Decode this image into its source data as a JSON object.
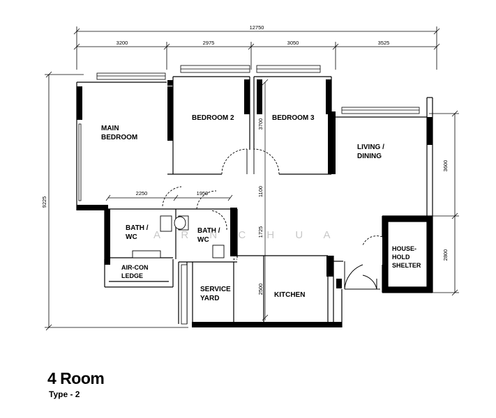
{
  "title": "4 Room",
  "subtitle": "Type - 2",
  "watermark": "A R  N  C H U A",
  "dimensions": {
    "overall_width": "12750",
    "top_segments": [
      "3200",
      "2975",
      "3050",
      "3525"
    ],
    "overall_height": "9225",
    "right_segments": [
      "3600",
      "2800"
    ],
    "bath_widths": [
      "2250",
      "1950"
    ],
    "inner_vertical": [
      "3700",
      "1100",
      "1725",
      "2500"
    ]
  },
  "rooms": {
    "main_bedroom": [
      "MAIN",
      "BEDROOM"
    ],
    "bedroom2": "BEDROOM 2",
    "bedroom3": "BEDROOM 3",
    "living": [
      "LIVING /",
      "DINING"
    ],
    "bath1": [
      "BATH /",
      "WC"
    ],
    "bath2": [
      "BATH /",
      "WC"
    ],
    "aircon": [
      "AIR-CON",
      "LEDGE"
    ],
    "service": [
      "SERVICE",
      "YARD"
    ],
    "kitchen": "KITCHEN",
    "shelter": [
      "HOUSE-",
      "HOLD",
      "SHELTER"
    ]
  }
}
